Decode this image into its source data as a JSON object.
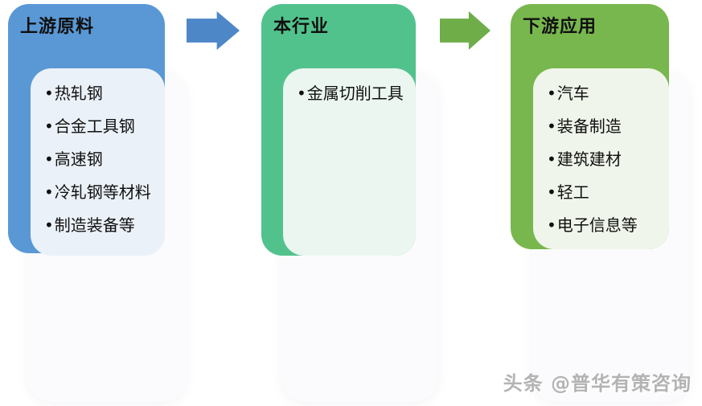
{
  "diagram": {
    "bullet": "•",
    "columns": [
      {
        "title": "上游原料",
        "items": [
          "热轧钢",
          "合金工具钢",
          "高速钢",
          "冷轧钢等材料",
          "制造装备等"
        ],
        "colors": {
          "main": "#5998D5",
          "panel": "#EBF1F8"
        }
      },
      {
        "title": "本行业",
        "items": [
          "金属切削工具"
        ],
        "colors": {
          "main": "#52C28D",
          "panel": "#EAF6EF"
        }
      },
      {
        "title": "下游应用",
        "items": [
          "汽车",
          "装备制造",
          "建筑建材",
          "轻工",
          "电子信息等"
        ],
        "colors": {
          "main": "#78B74E",
          "panel": "#EFF5EA"
        }
      }
    ],
    "arrows": [
      {
        "name": "arrow-upstream-to-industry",
        "color": "#4E87C8"
      },
      {
        "name": "arrow-industry-to-downstream",
        "color": "#6FAD49"
      }
    ]
  },
  "watermark": {
    "text": "头条 @普华有策咨询"
  }
}
